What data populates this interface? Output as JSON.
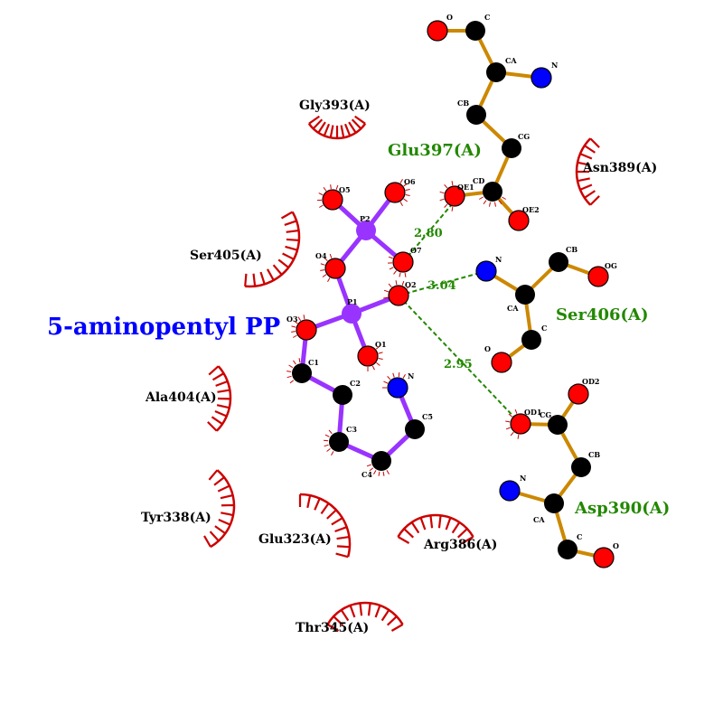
{
  "ligand": {
    "name": "5-aminopentyl PP",
    "atoms": {
      "p2": "P2",
      "o5": "O5",
      "o6": "O6",
      "o4": "O4",
      "o7": "O7",
      "p1": "P1",
      "o2": "O2",
      "o3": "O3",
      "o1": "O1",
      "c1": "C1",
      "c2": "C2",
      "c3": "C3",
      "c4": "C4",
      "c5": "C5",
      "n": "N"
    }
  },
  "residues": {
    "glu397": {
      "name": "Glu397(A)",
      "atoms": {
        "o": "O",
        "c": "C",
        "ca": "CA",
        "n": "N",
        "cb": "CB",
        "cg": "CG",
        "cd": "CD",
        "oe1": "OE1",
        "oe2": "OE2"
      }
    },
    "ser406": {
      "name": "Ser406(A)",
      "atoms": {
        "n": "N",
        "cb": "CB",
        "og": "OG",
        "ca": "CA",
        "c": "C",
        "o": "O"
      }
    },
    "asp390": {
      "name": "Asp390(A)",
      "atoms": {
        "od2": "OD2",
        "od1": "OD1",
        "cg": "CG",
        "cb": "CB",
        "n": "N",
        "ca": "CA",
        "c": "C",
        "o": "O"
      }
    }
  },
  "hydrophobic": {
    "gly393": "Gly393(A)",
    "asn389": "Asn389(A)",
    "ser405": "Ser405(A)",
    "ala404": "Ala404(A)",
    "tyr338": "Tyr338(A)",
    "glu323": "Glu323(A)",
    "arg386": "Arg386(A)",
    "thr345": "Thr345(A)"
  },
  "hbonds": {
    "d1": "2.80",
    "d2": "3.04",
    "d3": "2.95"
  },
  "colors": {
    "oxygen": "#ff0000",
    "nitrogen": "#0000ff",
    "carbon": "#000000",
    "phosphorus": "#9933ff",
    "ligand_bond": "#9933ff",
    "residue_bond": "#cc8800",
    "hbond": "#228800",
    "hydrophobic": "#cc0000",
    "ligand_name": "#0000ff",
    "residue_name": "#228800"
  }
}
